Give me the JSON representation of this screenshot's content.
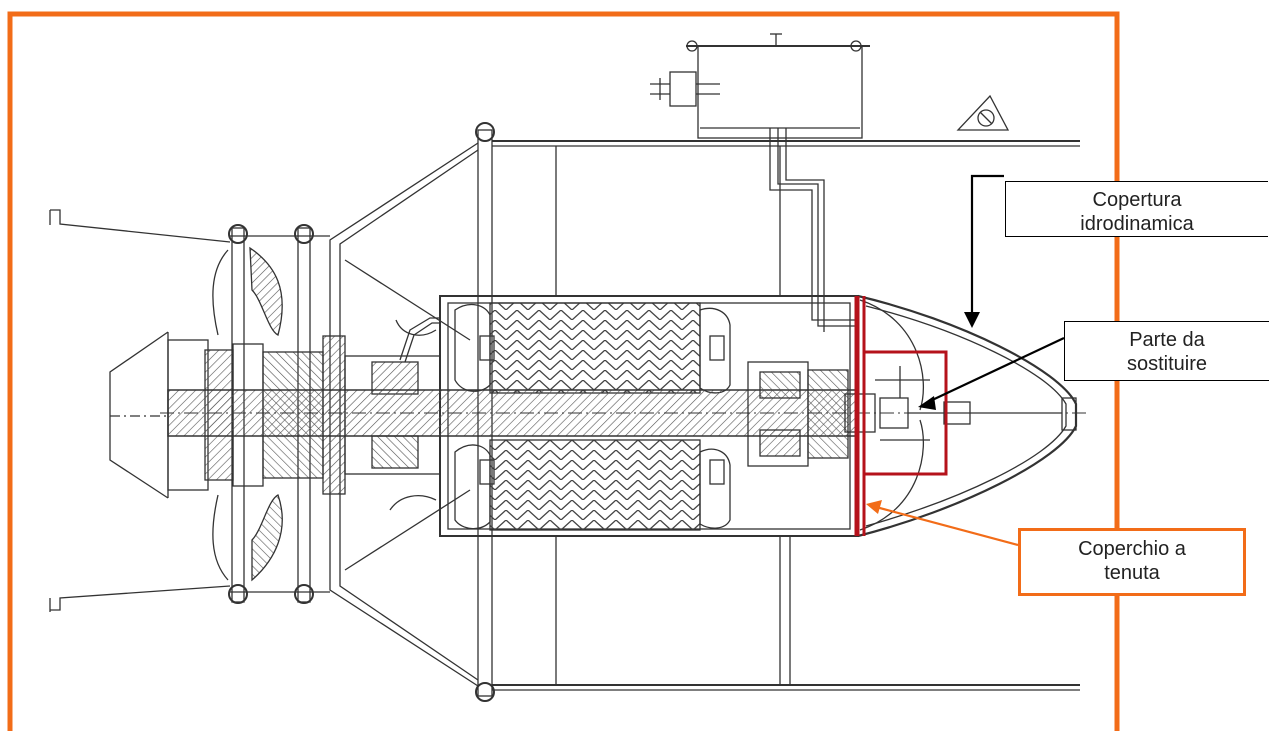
{
  "colors": {
    "frame": "#F26C18",
    "seal_cover": "#B5121B",
    "drawing": "#333333",
    "callout_text": "#222222"
  },
  "callouts": {
    "copertura": {
      "line1": "Copertura",
      "line2": "idrodinamica"
    },
    "parte": {
      "line1": "Parte da",
      "line2": "sostituire"
    },
    "coperchio": {
      "line1": "Coperchio a",
      "line2": "tenuta"
    }
  }
}
